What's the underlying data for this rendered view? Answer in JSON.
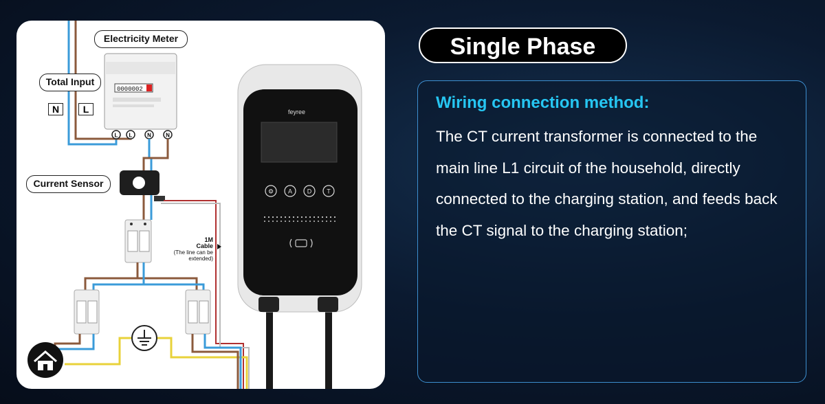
{
  "header": {
    "title": "Single Phase"
  },
  "info": {
    "heading": "Wiring connection method:",
    "body": "The CT current transformer is connected to the main line L1 circuit of the household, directly connected to the charging station, and feeds back the CT signal to the charging station;"
  },
  "diagram": {
    "labels": {
      "electricity_meter": "Electricity Meter",
      "total_input": "Total Input",
      "current_sensor": "Current Sensor",
      "n": "N",
      "l": "L",
      "cable_length": "1M",
      "cable_word": "Cable",
      "cable_note": "(The line can be extended)"
    },
    "meter_terminals": [
      "L",
      "L",
      "N",
      "N"
    ],
    "meter_reading": "0000002",
    "charger": {
      "brand": "feyree",
      "buttons": [
        "⚙",
        "A",
        "D",
        "T"
      ]
    },
    "colors": {
      "live_wire": "#8b5a3c",
      "neutral_wire": "#3a9bd9",
      "earth_wire": "#e8d23a",
      "signal_wire": "#b03030",
      "accent": "#26c6f2"
    }
  }
}
